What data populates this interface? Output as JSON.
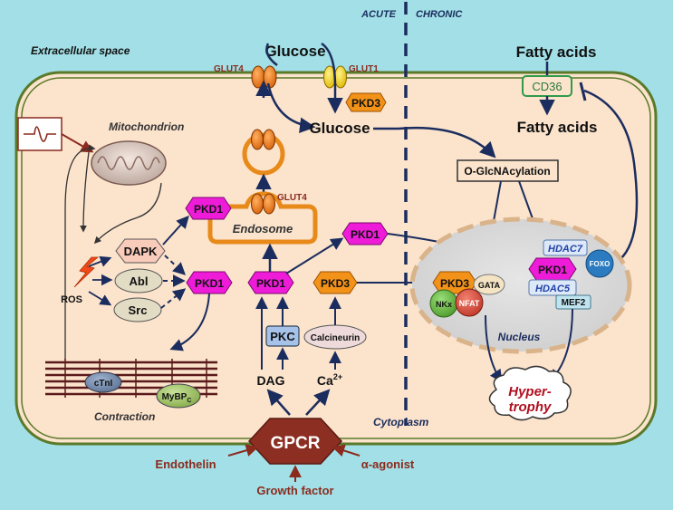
{
  "labels": {
    "acute": "ACUTE",
    "chronic": "CHRONIC",
    "extracellular": "Extracellular space",
    "glucose_out": "Glucose",
    "glucose_in": "Glucose",
    "fatty_acids_out": "Fatty acids",
    "fatty_acids_in": "Fatty acids",
    "cd36": "CD36",
    "glut4_top": "GLUT4",
    "glut1": "GLUT1",
    "glut4_endo": "GLUT4",
    "pkd3_glut": "PKD3",
    "mitochondrion": "Mitochondrion",
    "endosome": "Endosome",
    "pkd1_endosome": "PKD1",
    "pkd1_middle": "PKD1",
    "pkd1_center": "PKD1",
    "pkd1_left": "PKD1",
    "pkd1_nucleus": "PKD1",
    "pkd3_mid": "PKD3",
    "pkd3_nucleus": "PKD3",
    "dapk": "DAPK",
    "abl": "Abl",
    "src": "Src",
    "ros": "ROS",
    "pkc": "PKC",
    "calcineurin": "Calcineurin",
    "dag": "DAG",
    "ca": "Ca",
    "ca_sup": "2+",
    "o_glcnac": "O-GlcNAcylation",
    "hdac7": "HDAC7",
    "hdac5": "HDAC5",
    "foxo": "FOXO",
    "mef2": "MEF2",
    "gata": "GATA",
    "nkx": "NKx",
    "nfat": "NFAT",
    "nucleus": "Nucleus",
    "ctni": "cTnI",
    "mybpc": "MyBP",
    "mybpc_sub": "C",
    "contraction": "Contraction",
    "hyper1": "Hyper-",
    "hyper2": "trophy",
    "cytoplasm": "Cytoplasm",
    "gpcr": "GPCR",
    "endothelin": "Endothelin",
    "alpha_agonist": "α-agonist",
    "growth_factor": "Growth factor"
  },
  "colors": {
    "background": "#a2dfe6",
    "cell_fill": "#fbe3cc",
    "membrane": "#5a7a2a",
    "arrow": "#1b2d5e",
    "pkd1": "#ee1bd8",
    "pkd3": "#f39219",
    "gpcr": "#8c2e22",
    "ligand_text": "#8b2b1e"
  }
}
